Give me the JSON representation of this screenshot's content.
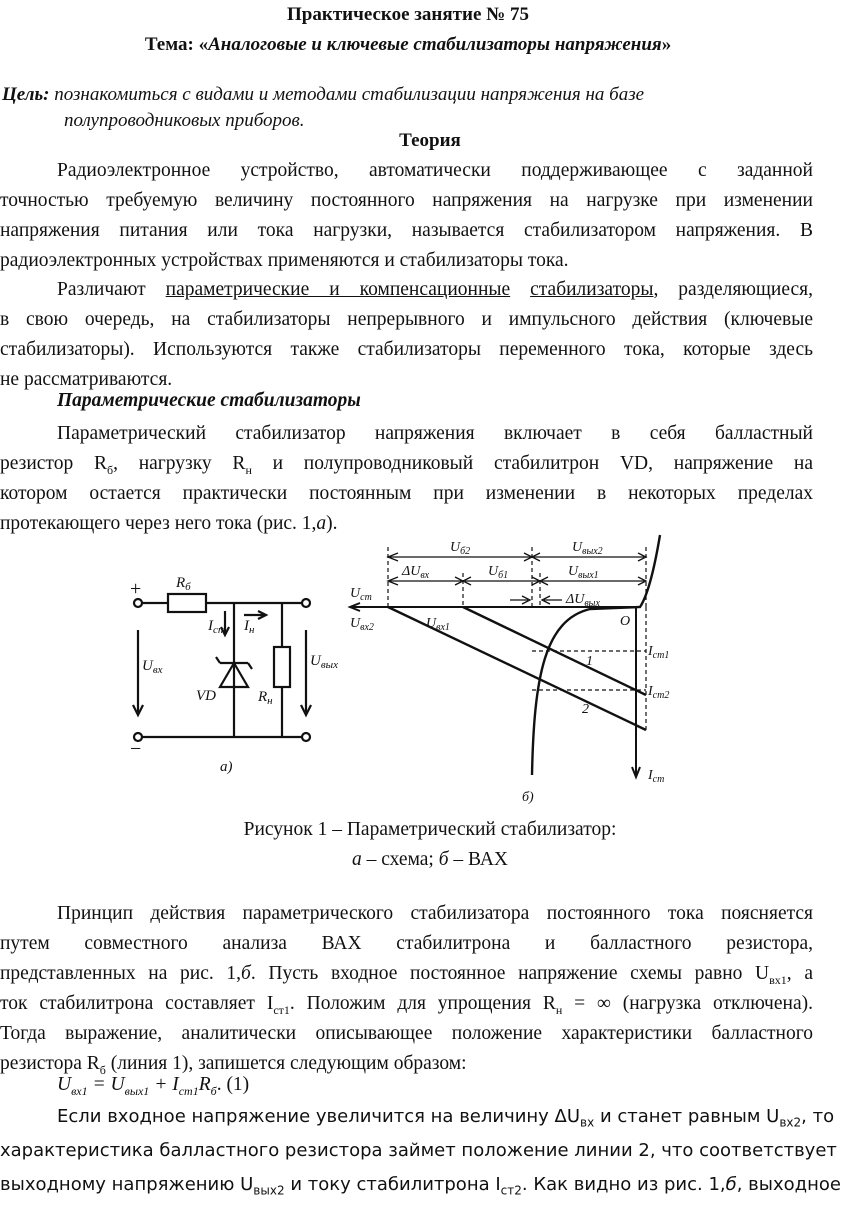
{
  "header": {
    "title": "Практическое занятие № 75",
    "topic_prefix": "Тема: «",
    "topic": "Аналоговые и ключевые стабилизаторы напряжения",
    "topic_suffix": "»"
  },
  "goal": {
    "label": "Цель:",
    "line1": " познакомиться с видами и методами стабилизации напряжения на базе",
    "line2": "полупроводниковых приборов."
  },
  "theory_heading": "Теория",
  "paragraph1": [
    "Радиоэлектронное устройство, автоматически поддерживающее с заданной",
    "точностью требуемую величину постоянного напряжения на нагрузке при изменении",
    "напряжения питания или тока нагрузки, называется стабилизатором напряжения. В",
    "радиоэлектронных устройствах применяются и стабилизаторы тока."
  ],
  "paragraph2": {
    "start": "Различают ",
    "underlined1": "параметрические и компенсационные",
    "space": " ",
    "underlined2": "стабилизаторы",
    "rest": ", разделяющиеся,",
    "lines": [
      "в свою очередь, на стабилизаторы непрерывного и импульсного действия (ключевые",
      "стабилизаторы). Используются также стабилизаторы переменного тока, которые здесь",
      "не рассматриваются."
    ]
  },
  "subheading": "Параметрические стабилизаторы",
  "paragraph3": {
    "line1": "Параметрический стабилизатор напряжения включает в себя балластный",
    "line2a": "резистор R",
    "line2sub1": "б",
    "line2b": ", нагрузку R",
    "line2sub2": "н",
    "line2c": " и полупроводниковый стабилитрон VD, напряжение на",
    "line3": "котором остается практически постоянным при изменении в некоторых пределах",
    "line4a": "протекающего через него тока (рис. 1,",
    "line4it": "а",
    "line4b": ")."
  },
  "figure": {
    "schematic": {
      "plus": "+",
      "minus": "−",
      "rb": "R",
      "rb_sub": "б",
      "ist": "I",
      "ist_sub": "ст",
      "in": "I",
      "in_sub": "н",
      "uvx": "U",
      "uvx_sub": "вх",
      "uvyx": "U",
      "uvyx_sub": "вых",
      "vd": "VD",
      "rn": "R",
      "rn_sub": "н",
      "tag": "а)"
    },
    "vac": {
      "ub2": "U",
      "ub2_sub": "б2",
      "uvyx2": "U",
      "uvyx2_sub": "вых2",
      "duvx": "ΔU",
      "duvx_sub": "вх",
      "ub1": "U",
      "ub1_sub": "б1",
      "uvyx1": "U",
      "uvyx1_sub": "вых1",
      "ust": "U",
      "ust_sub": "ст",
      "duvyx": "ΔU",
      "duvyx_sub": "вых",
      "uvx2": "U",
      "uvx2_sub": "вх2",
      "uvx1": "U",
      "uvx1_sub": "вх1",
      "origin": "O",
      "ist1": "I",
      "ist1_sub": "ст1",
      "ist2": "I",
      "ist2_sub": "ст2",
      "line1": "1",
      "line2": "2",
      "ist_axis": "I",
      "ist_axis_sub": "ст",
      "tag": "б)"
    }
  },
  "caption": {
    "line1": "Рисунок 1 – Параметрический стабилизатор:",
    "a": "а",
    "mid": " – схема; ",
    "b": "б",
    "end": " – ВАХ"
  },
  "paragraph4": {
    "line1": "Принцип действия параметрического стабилизатора постоянного тока поясняется",
    "line2": "путем совместного анализа ВАХ стабилитрона и балластного резистора,",
    "line3a": "представленных на рис. 1,",
    "line3it": "б",
    "line3b": ". Пусть входное постоянное напряжение схемы равно U",
    "line3sub": "вх1",
    "line3c": ", а",
    "line4a": "ток стабилитрона составляет I",
    "line4sub": "ст1",
    "line4b": ". Положим для упрощения R",
    "line4sub2": "н",
    "line4c": " = ∞ (нагрузка отключена).",
    "line5": "Тогда выражение, аналитически описывающее положение характеристики балластного",
    "line6a": "резистора R",
    "line6sub": "б",
    "line6b": " (линия 1), запишется следующим образом:"
  },
  "formula": {
    "a": "U",
    "a_sub": "вх1",
    "b": " = U",
    "b_sub": "вых1",
    "c": " + I",
    "c_sub": "ст1",
    "d": "R",
    "d_sub": "б",
    "e": ". (1)"
  },
  "paragraph5": {
    "line1a": "Если входное напряжение увеличится на величину ΔU",
    "line1sub": "вх",
    "line1b": " и станет равным U",
    "line1sub2": "вх2",
    "line1c": ", то",
    "line2": "характеристика балластного резистора займет положение линии 2, что соответствует",
    "line3a": "выходному напряжению U",
    "line3sub": "вых2",
    "line3b": " и току стабилитрона I",
    "line3sub2": "ст2",
    "line3c": ". Как видно из рис. 1,",
    "line3it": "б",
    "line3d": ", выходное"
  }
}
